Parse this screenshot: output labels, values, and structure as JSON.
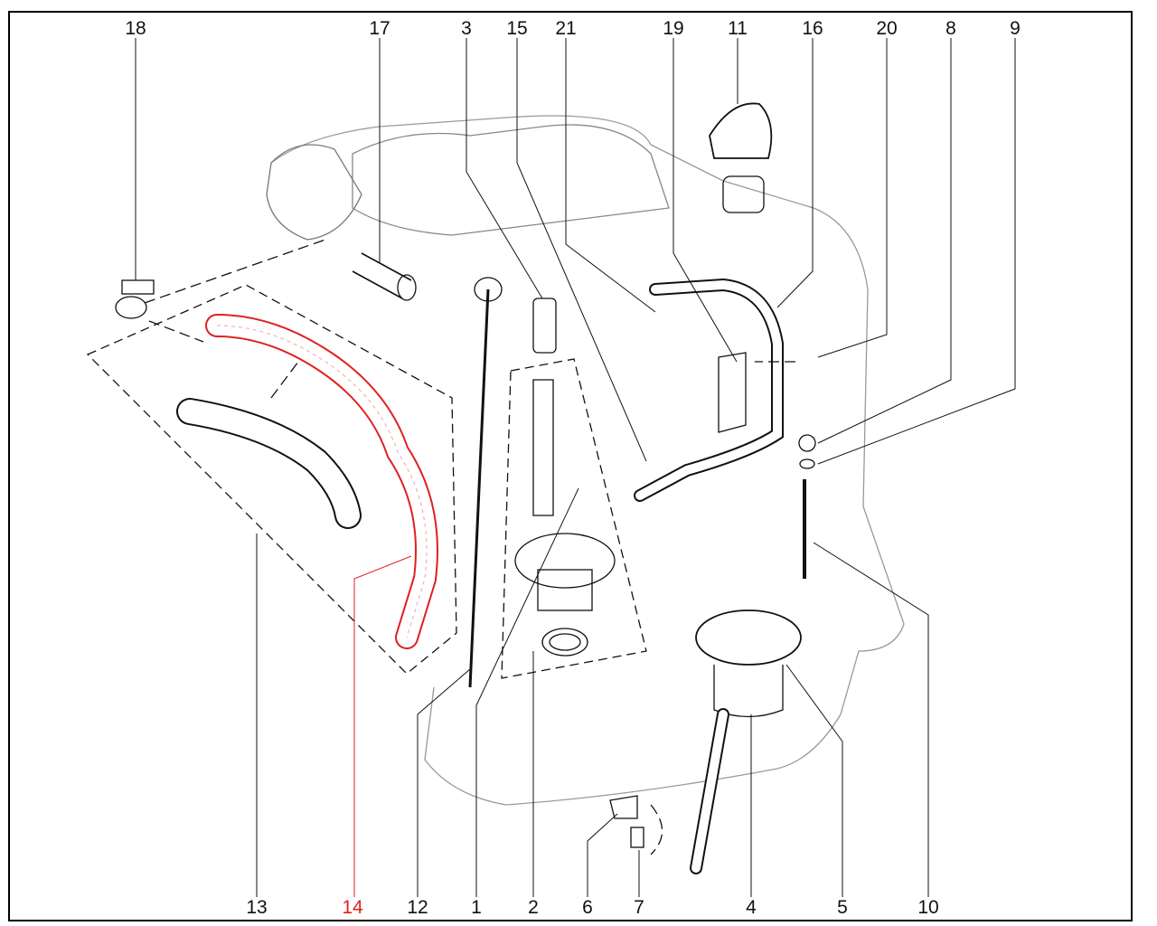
{
  "diagram": {
    "top_callouts": [
      {
        "id": "c18",
        "text": "18"
      },
      {
        "id": "c17",
        "text": "17"
      },
      {
        "id": "c3",
        "text": "3"
      },
      {
        "id": "c15",
        "text": "15"
      },
      {
        "id": "c21",
        "text": "21"
      },
      {
        "id": "c19",
        "text": "19"
      },
      {
        "id": "c11",
        "text": "11"
      },
      {
        "id": "c16",
        "text": "16"
      },
      {
        "id": "c20",
        "text": "20"
      },
      {
        "id": "c8",
        "text": "8"
      },
      {
        "id": "c9",
        "text": "9"
      }
    ],
    "bottom_callouts": [
      {
        "id": "c13",
        "text": "13"
      },
      {
        "id": "c14",
        "text": "14",
        "highlighted": true
      },
      {
        "id": "c12",
        "text": "12"
      },
      {
        "id": "c1",
        "text": "1"
      },
      {
        "id": "c2",
        "text": "2"
      },
      {
        "id": "c6",
        "text": "6"
      },
      {
        "id": "c7",
        "text": "7"
      },
      {
        "id": "c4",
        "text": "4"
      },
      {
        "id": "c5",
        "text": "5"
      },
      {
        "id": "c10",
        "text": "10"
      }
    ],
    "colors": {
      "highlight": "#e02020",
      "line": "#111111"
    }
  }
}
